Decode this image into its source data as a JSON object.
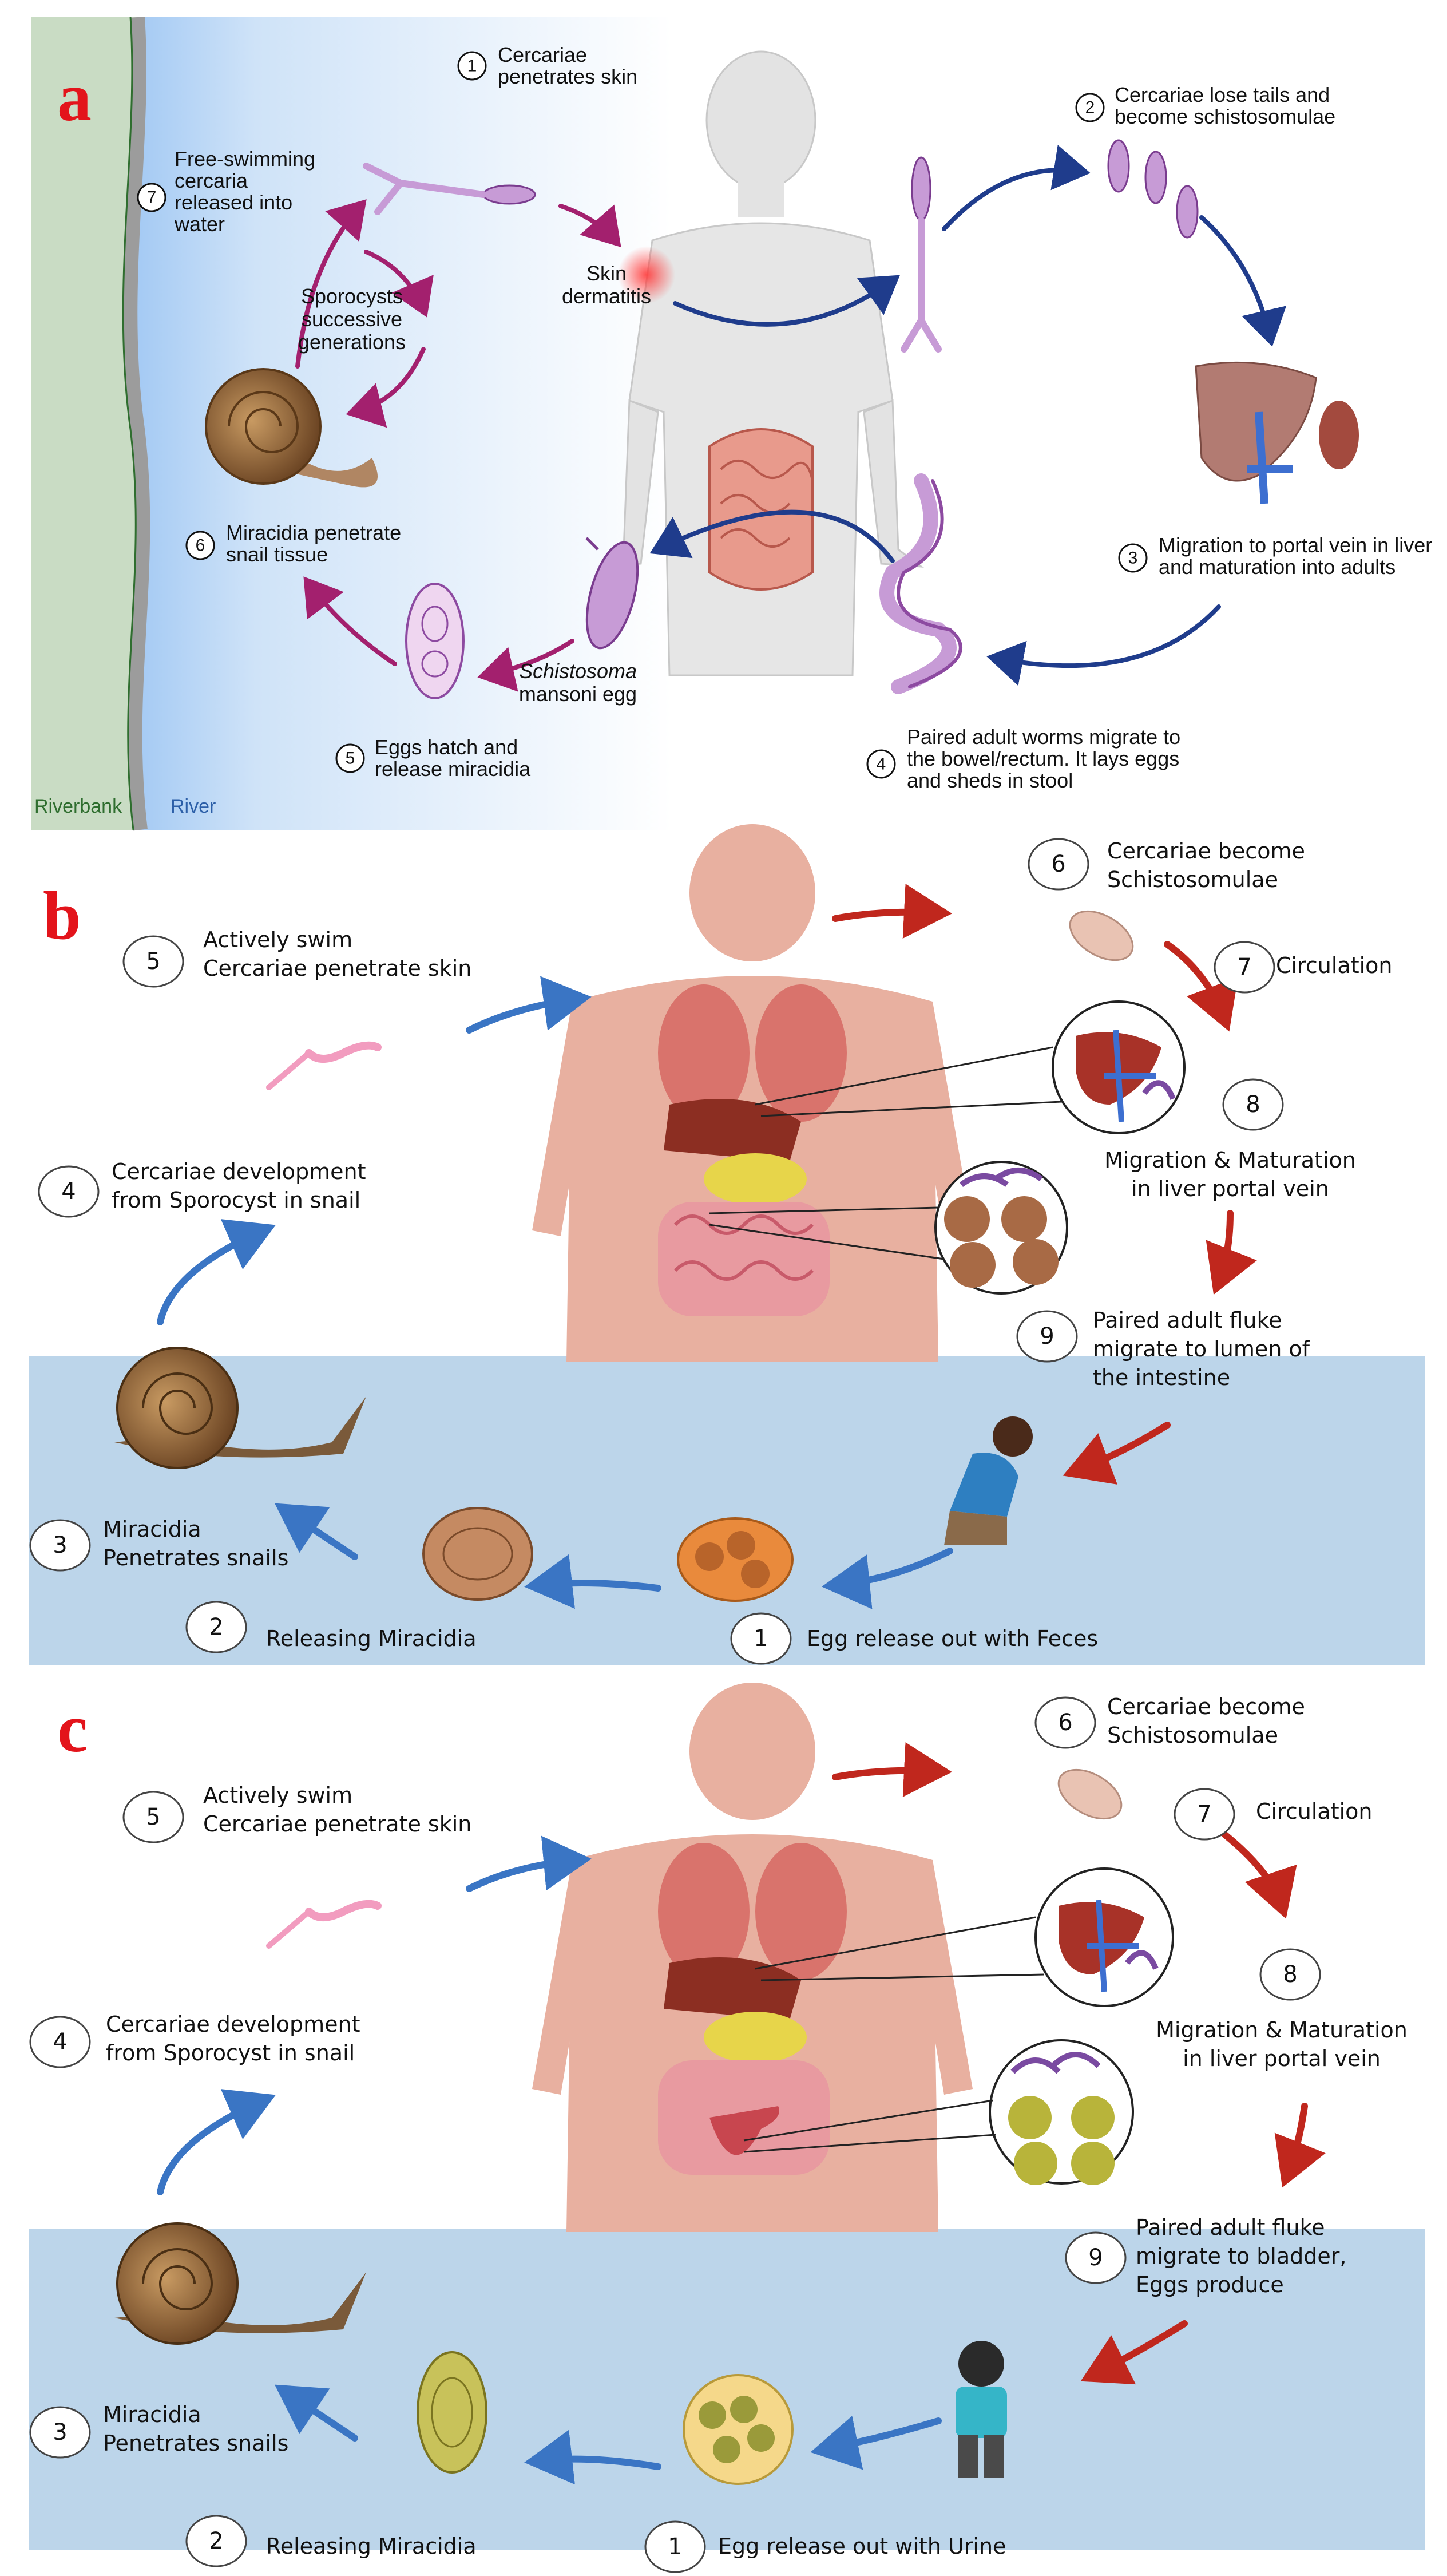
{
  "panel_a": {
    "letter": "a",
    "riverbank": "Riverbank",
    "river": "River",
    "steps": [
      {
        "n": "1",
        "lines": [
          "Cercariae",
          "penetrates skin"
        ]
      },
      {
        "n": "2",
        "lines": [
          "Cercariae lose tails and",
          "become schistosomulae"
        ]
      },
      {
        "n": "3",
        "lines": [
          "Migration to portal vein in liver",
          "and maturation into adults"
        ]
      },
      {
        "n": "4",
        "lines": [
          "Paired adult worms migrate to",
          "the bowel/rectum. It lays eggs",
          "and sheds in stool"
        ]
      },
      {
        "n": "5",
        "lines": [
          "Eggs hatch and",
          "release miracidia"
        ]
      },
      {
        "n": "6",
        "lines": [
          "Miracidia penetrate",
          "snail tissue"
        ]
      },
      {
        "n": "7",
        "lines": [
          "Free-swimming",
          "cercaria",
          "released into",
          "water"
        ]
      }
    ],
    "sporocysts": [
      "Sporocysts",
      "successive",
      "generations"
    ],
    "dermatitis": [
      "Skin",
      "dermatitis"
    ],
    "egg_label": [
      "Schistosoma",
      "mansoni egg"
    ]
  },
  "panel_b": {
    "letter": "b",
    "steps": [
      {
        "n": "1",
        "lines": [
          "Egg release out with Feces"
        ]
      },
      {
        "n": "2",
        "lines": [
          "Releasing Miracidia"
        ]
      },
      {
        "n": "3",
        "lines": [
          "Miracidia",
          "Penetrates snails"
        ]
      },
      {
        "n": "4",
        "lines": [
          "Cercariae development",
          "from Sporocyst in snail"
        ]
      },
      {
        "n": "5",
        "lines": [
          "Actively swim",
          "Cercariae penetrate skin"
        ]
      },
      {
        "n": "6",
        "lines": [
          "Cercariae  become",
          "Schistosomulae"
        ]
      },
      {
        "n": "7",
        "lines": [
          "Circulation"
        ]
      },
      {
        "n": "8",
        "lines": [
          "Migration & Maturation",
          "in liver portal vein"
        ]
      },
      {
        "n": "9",
        "lines": [
          "Paired adult fluke",
          "migrate to lumen of",
          "the intestine"
        ]
      }
    ]
  },
  "panel_c": {
    "letter": "c",
    "steps": [
      {
        "n": "1",
        "lines": [
          "Egg release out with Urine"
        ]
      },
      {
        "n": "2",
        "lines": [
          "Releasing Miracidia"
        ]
      },
      {
        "n": "3",
        "lines": [
          "Miracidia",
          "Penetrates snails"
        ]
      },
      {
        "n": "4",
        "lines": [
          "Cercariae development",
          "from Sporocyst in snail"
        ]
      },
      {
        "n": "5",
        "lines": [
          "Actively swim",
          "Cercariae penetrate skin"
        ]
      },
      {
        "n": "6",
        "lines": [
          "Cercariae  become",
          "Schistosomulae"
        ]
      },
      {
        "n": "7",
        "lines": [
          "Circulation"
        ]
      },
      {
        "n": "8",
        "lines": [
          "Migration & Maturation",
          "in liver portal vein"
        ]
      },
      {
        "n": "9",
        "lines": [
          "Paired adult fluke",
          "migrate to bladder,",
          "Eggs produce"
        ]
      }
    ]
  },
  "colors": {
    "panel_letter": "#e3141b",
    "arrow_magenta": "#a3206e",
    "arrow_navy": "#1f3c8c",
    "arrow_blue": "#3a75c4",
    "arrow_red": "#c0271d",
    "water": "#bcd5ea",
    "riverbank": "#c9dcc4"
  }
}
